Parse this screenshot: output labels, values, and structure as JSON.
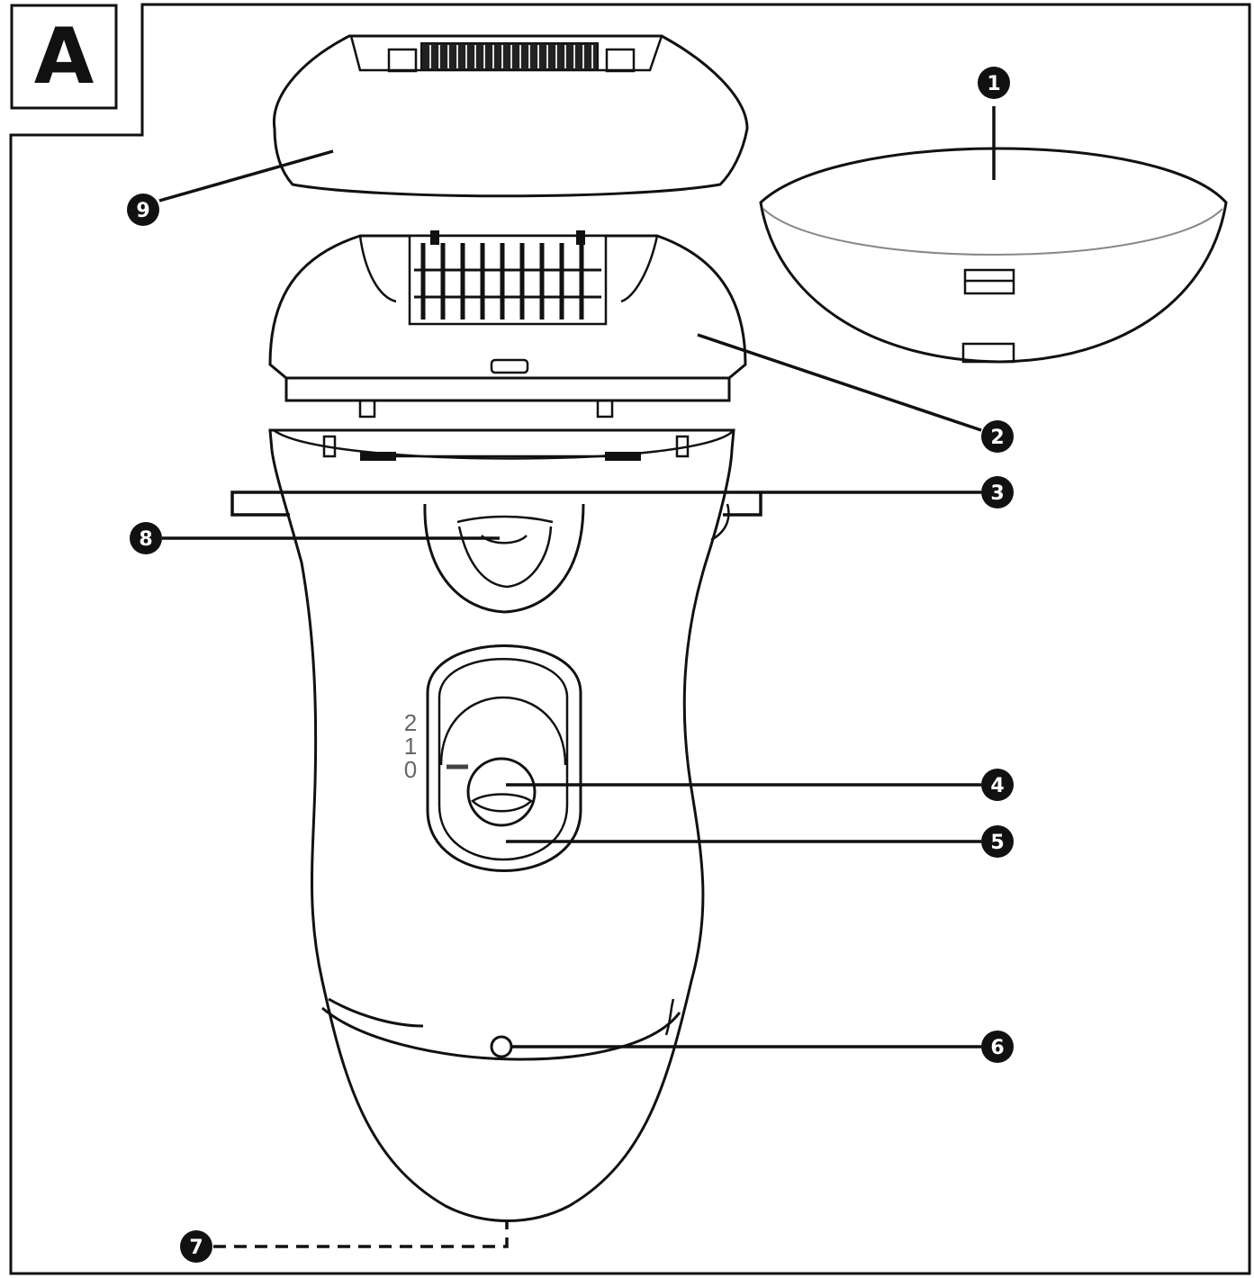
{
  "figure": {
    "panel_label": "A",
    "dial_digits": [
      "2",
      "1",
      "0"
    ],
    "callouts": [
      {
        "id": "callout-1",
        "number": "1"
      },
      {
        "id": "callout-2",
        "number": "2"
      },
      {
        "id": "callout-3",
        "number": "3"
      },
      {
        "id": "callout-4",
        "number": "4"
      },
      {
        "id": "callout-5",
        "number": "5"
      },
      {
        "id": "callout-6",
        "number": "6"
      },
      {
        "id": "callout-7",
        "number": "7"
      },
      {
        "id": "callout-8",
        "number": "8"
      },
      {
        "id": "callout-9",
        "number": "9"
      }
    ]
  }
}
